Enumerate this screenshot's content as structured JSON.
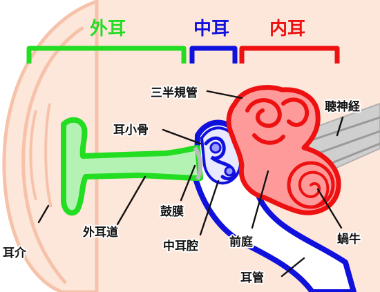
{
  "headers": {
    "outer": "外耳",
    "middle": "中耳",
    "inner": "内耳"
  },
  "labels": {
    "semicircular": "三半規管",
    "auditory_nerve": "聴神経",
    "ossicles": "耳小骨",
    "ear_canal": "外耳道",
    "eardrum": "鼓膜",
    "middle_cavity": "中耳腔",
    "vestibule": "前庭",
    "cochlea": "蝸牛",
    "auricle": "耳介",
    "eustachian": "耳管"
  },
  "colors": {
    "outer": "#22dd22",
    "middle": "#1111dd",
    "inner": "#ee1111",
    "skin": "#fde6da",
    "skin_outline": "#f6c2aa",
    "nerve": "#c8c8c8"
  }
}
